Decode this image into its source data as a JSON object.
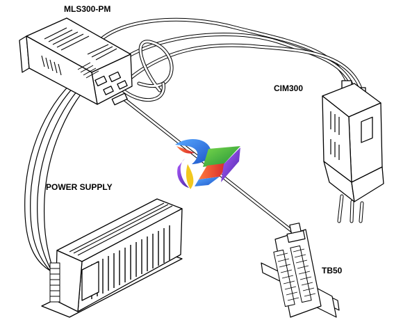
{
  "labels": {
    "mls300_pm": "MLS300-PM",
    "cim300": "CIM300",
    "power_supply": "POWER SUPPLY",
    "tb50": "TB50"
  },
  "colors": {
    "line": "#000000",
    "cable_fill": "#ffffff",
    "logo_blue": "#2f7de1",
    "logo_red": "#e83a2a",
    "logo_green": "#3db54a",
    "logo_purple": "#7a3fc0",
    "logo_yellow": "#f2c81e"
  },
  "icons": [
    "mls300-pm-controller-icon",
    "cim300-module-icon",
    "power-supply-icon",
    "tb50-terminal-board-icon",
    "watermark-logo-icon"
  ]
}
